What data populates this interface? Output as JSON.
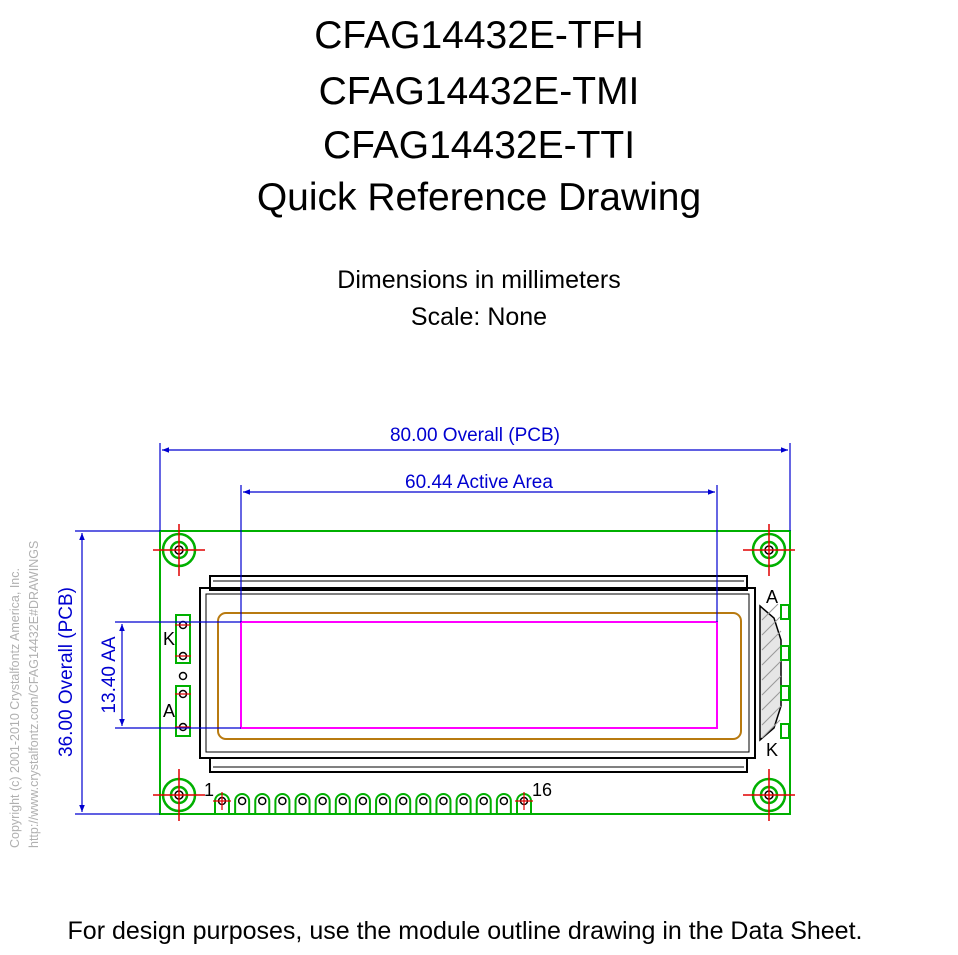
{
  "title": {
    "lines": [
      "CFAG14432E-TFH",
      "CFAG14432E-TMI",
      "CFAG14432E-TTI",
      "Quick Reference Drawing"
    ]
  },
  "subtitle": {
    "units": "Dimensions in millimeters",
    "scale": "Scale: None"
  },
  "dimensions": {
    "overall_width": "80.00 Overall (PCB)",
    "active_area_width": "60.44 Active Area",
    "overall_height": "36.00 Overall (PCB)",
    "active_area_height": "13.40 AA"
  },
  "pins": {
    "first": "1",
    "last": "16",
    "backlight_left_k": "K",
    "backlight_left_a": "A",
    "backlight_right_a": "A",
    "backlight_right_k": "K"
  },
  "copyright": {
    "line1": "Copyright (c) 2001-2010 Crystalfontz America, Inc.",
    "line2": "http://www.crystalfontz.com/CFAG14432E#DRAWINGS"
  },
  "footer": {
    "note": "For design purposes, use the module outline drawing in the Data Sheet."
  },
  "colors": {
    "pcb": "#00b000",
    "dimension": "#0000d0",
    "center_mark": "#e00000",
    "viewing_area": "#b87a10",
    "active_area": "#ff00ff"
  }
}
